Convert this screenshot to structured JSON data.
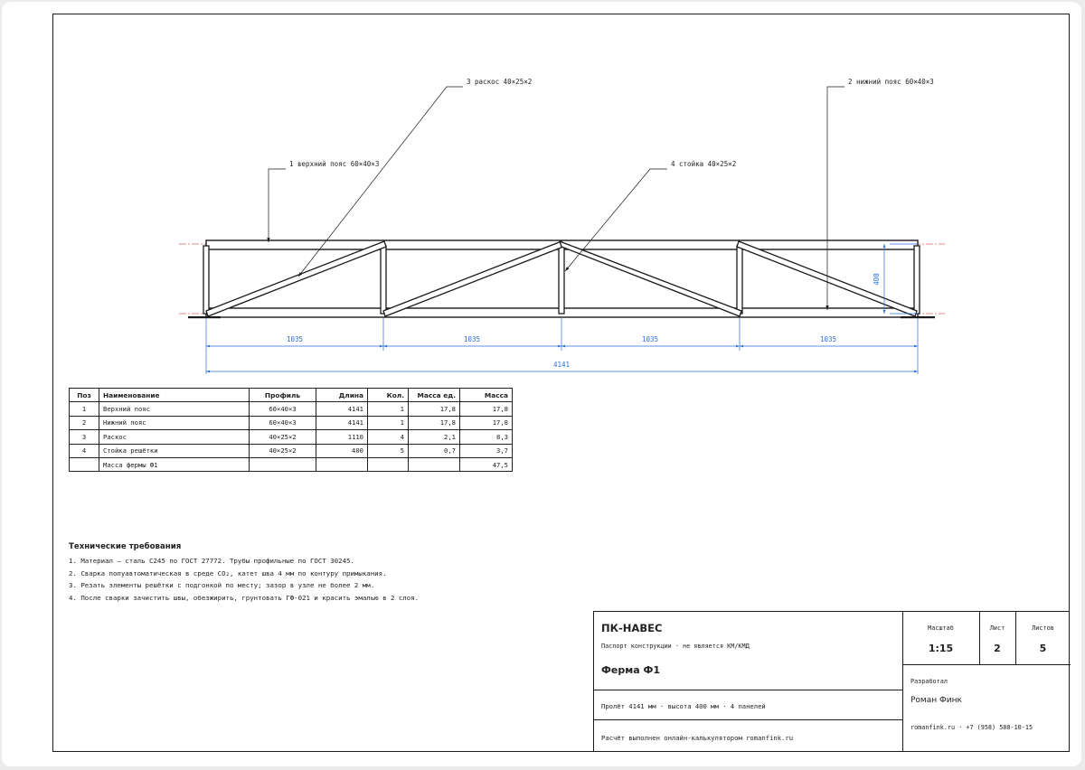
{
  "callouts": [
    "3 раскос 40×25×2",
    "2 нижний пояс 60×40×3",
    "1 верхний пояс 60×40×3",
    "4 стойка 40×25×2"
  ],
  "dimensions": {
    "panels": [
      "1035",
      "1035",
      "1035",
      "1035"
    ],
    "total": "4141",
    "height": "400"
  },
  "spec_table": {
    "headers": [
      "Поз",
      "Наименование",
      "Профиль",
      "Длина",
      "Кол.",
      "Масса ед.",
      "Масса"
    ],
    "rows": [
      [
        "1",
        "Верхний пояс",
        "60×40×3",
        "4141",
        "1",
        "17,8",
        "17,8"
      ],
      [
        "2",
        "Нижний пояс",
        "60×40×3",
        "4141",
        "1",
        "17,8",
        "17,8"
      ],
      [
        "3",
        "Раскос",
        "40×25×2",
        "1110",
        "4",
        "2,1",
        "8,3"
      ],
      [
        "4",
        "Стойка решётки",
        "40×25×2",
        "400",
        "5",
        "0,7",
        "3,7"
      ],
      [
        "",
        "Масса фермы Ф1",
        "",
        "",
        "",
        "",
        "47,5"
      ]
    ]
  },
  "tech_requirements": {
    "title": "Технические требования",
    "items": [
      "1. Материал — сталь С245 по ГОСТ 27772. Трубы профильные по ГОСТ 30245.",
      "2. Сварка полуавтоматическая в среде CO₂, катет шва 4 мм по контуру примыкания.",
      "3. Резать элементы решётки с подгонкой по месту; зазор в узле не более 2 мм.",
      "4. После сварки зачистить швы, обезжирить, грунтовать ГФ-021 и красить эмалью в 2 слоя."
    ]
  },
  "title_block": {
    "company": "ПК-НАВЕС",
    "subtitle": "Паспорт конструкции · не является КМ/КМД",
    "drawing_title": "Ферма Ф1",
    "params": "Пролёт 4141 мм · высота 400 мм · 4 панелей",
    "calc_note": "Расчёт выполнен онлайн-калькулятором romanfink.ru",
    "scale_label": "Масштаб",
    "scale": "1:15",
    "sheet_label": "Лист",
    "sheet": "2",
    "sheets_label": "Листов",
    "sheets": "5",
    "developer_label": "Разработал",
    "developer": "Роман Финк",
    "contacts": "romanfink.ru · +7 (958) 580-10-15"
  },
  "colors": {
    "dimension": "#2a6fdb",
    "axis": "#e06a6a",
    "line": "#1a1a1a"
  }
}
